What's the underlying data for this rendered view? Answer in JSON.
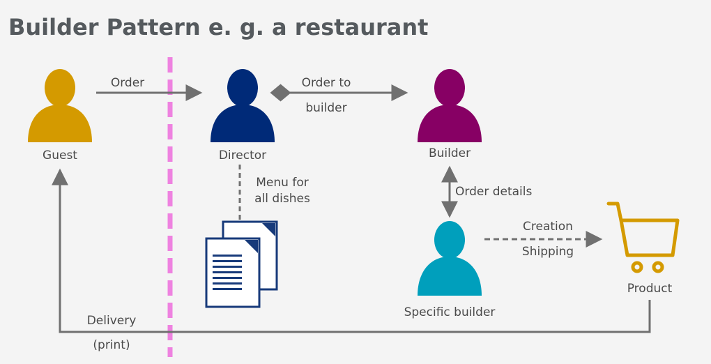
{
  "title": "Builder Pattern e. g. a restaurant",
  "actors": {
    "guest": {
      "label": "Guest",
      "color": "#d49a00",
      "icon": "person-icon"
    },
    "director": {
      "label": "Director",
      "color": "#002a78",
      "icon": "person-icon"
    },
    "builder": {
      "label": "Builder",
      "color": "#870064",
      "icon": "person-icon"
    },
    "specific_builder": {
      "label": "Specific builder",
      "color": "#009fbc",
      "icon": "person-icon"
    },
    "product": {
      "label": "Product",
      "color": "#d49a00",
      "icon": "shopping-cart-icon"
    }
  },
  "documents": {
    "icon": "documents-icon",
    "color": "#173a7a"
  },
  "edges": {
    "order": {
      "label": "Order"
    },
    "order_to_builder": {
      "line1": "Order to",
      "line2": "builder"
    },
    "menu": {
      "line1": "Menu for",
      "line2": "all dishes"
    },
    "order_details": {
      "label": "Order details"
    },
    "creation": {
      "line1": "Creation",
      "line2": "Shipping"
    },
    "delivery": {
      "line1": "Delivery",
      "line2": "(print)"
    }
  },
  "colors": {
    "arrow": "#707070",
    "divider": "#ee82e0",
    "text": "#4a4a4a",
    "title": "#555a5e"
  }
}
